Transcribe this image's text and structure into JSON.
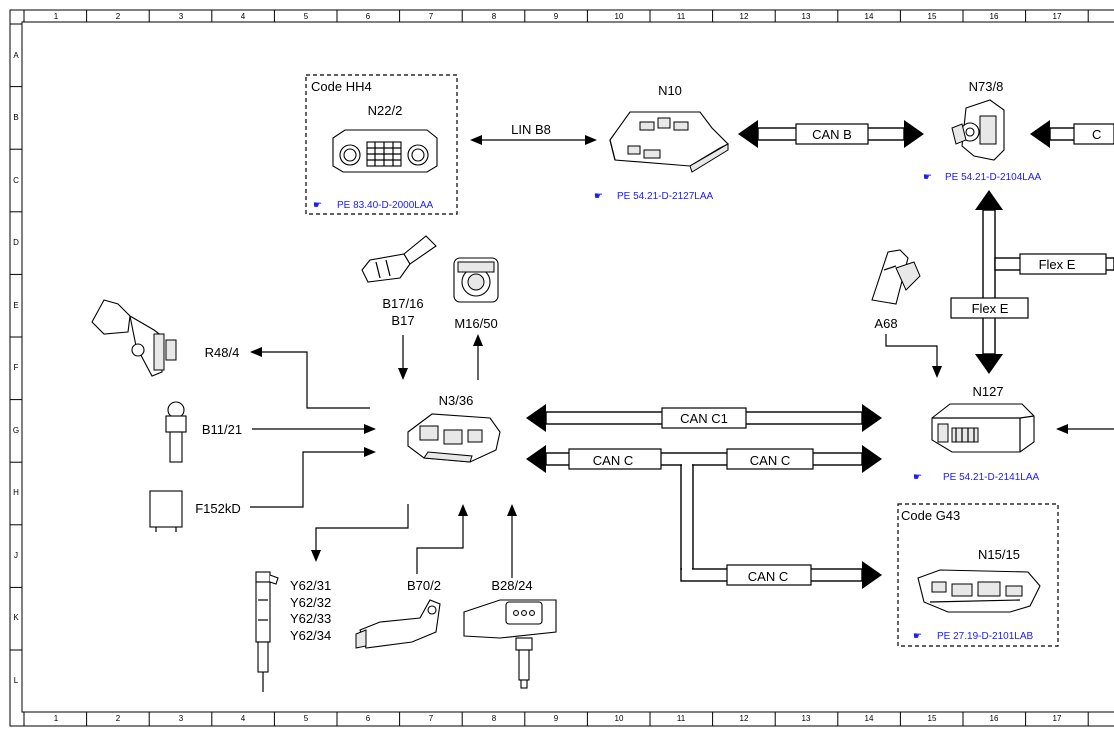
{
  "sheet": {
    "columns": [
      "1",
      "2",
      "3",
      "4",
      "5",
      "6",
      "7",
      "8",
      "9",
      "10",
      "11",
      "12",
      "13",
      "14",
      "15",
      "16",
      "17"
    ],
    "rows": [
      "A",
      "B",
      "C",
      "D",
      "E",
      "F",
      "G",
      "H",
      "J",
      "K",
      "L"
    ]
  },
  "groups": {
    "hh4": "Code HH4",
    "g43": "Code G43"
  },
  "components": {
    "n22_2": "N22/2",
    "n10": "N10",
    "n73_8": "N73/8",
    "b17_16": "B17/16",
    "b17": "B17",
    "m16_50": "M16/50",
    "a68": "A68",
    "r48_4": "R48/4",
    "n3_36": "N3/36",
    "n127": "N127",
    "b11_21": "B11/21",
    "f152kd": "F152kD",
    "n15_15": "N15/15",
    "y62_31": "Y62/31",
    "y62_32": "Y62/32",
    "y62_33": "Y62/33",
    "y62_34": "Y62/34",
    "b70_2": "B70/2",
    "b28_24": "B28/24"
  },
  "buses": {
    "lin_b8": "LIN B8",
    "can_b": "CAN B",
    "can_b_cut": "C",
    "flex_e_upper": "Flex E",
    "flex_e_lower": "Flex E",
    "can_c1": "CAN C1",
    "can_c_left": "CAN C",
    "can_c_right": "CAN C",
    "can_c_lower": "CAN C"
  },
  "references": {
    "hh4_ref": "PE 83.40-D-2000LAA",
    "n10_ref": "PE 54.21-D-2127LAA",
    "n73_ref": "PE 54.21-D-2104LAA",
    "n127_ref": "PE 54.21-D-2141LAA",
    "g43_ref": "PE 27.19-D-2101LAB"
  },
  "icons": {
    "reference": "pointing-hand-icon"
  }
}
